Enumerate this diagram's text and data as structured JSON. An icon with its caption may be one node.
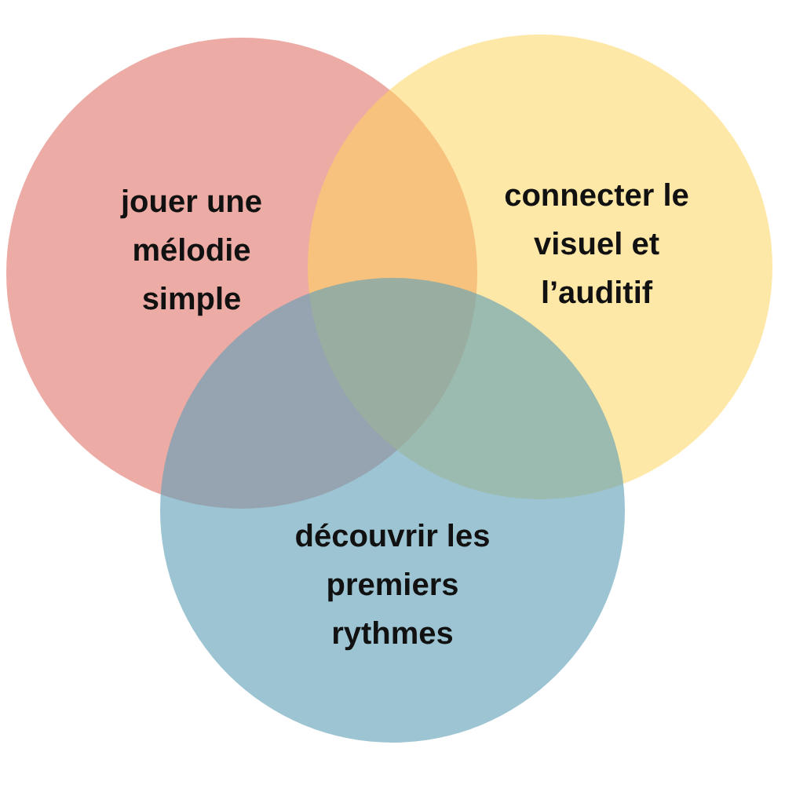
{
  "diagram": {
    "nodes": [
      {
        "text": [
          "jouer une mélodie simple"
        ]
      },
      {
        "text": [
          "connecter le visuel et l’auditif"
        ]
      },
      {
        "text": [
          "découvrir les premiers rythmes"
        ]
      }
    ]
  }
}
